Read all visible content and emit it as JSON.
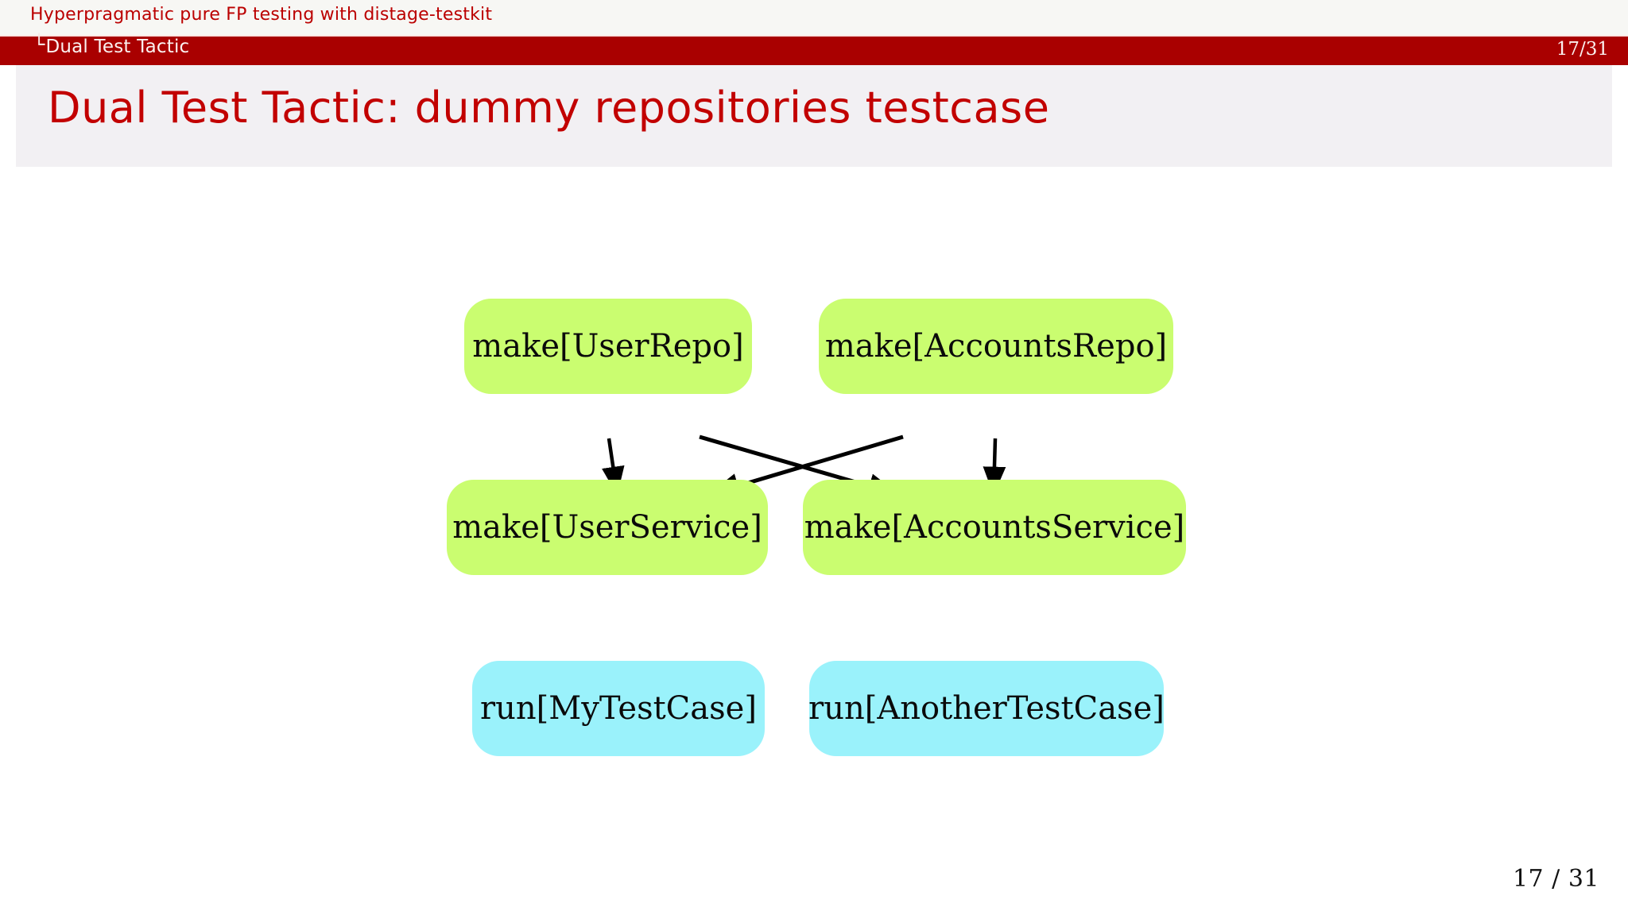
{
  "header": {
    "headline": "Hyperpragmatic pure FP testing with distage-testkit",
    "section_label": "Dual Test Tactic",
    "branch_glyph": "└",
    "page_indicator": "17/31"
  },
  "slide": {
    "title": "Dual Test Tactic: dummy repositories testcase"
  },
  "footer": {
    "page_indicator": "17 / 31"
  },
  "colors": {
    "accent_red": "#c20000",
    "nav_bar_red": "#a90000",
    "title_band": "#f2f0f3",
    "headline_strip": "#f7f7f4",
    "node_green": "#cafd70",
    "node_cyan": "#9af2fb",
    "edge_black": "#000000"
  },
  "diagram": {
    "type": "directed-graph",
    "nodes": [
      {
        "id": "make-user-repo",
        "label": "make[UserRepo]",
        "style": "green",
        "row": 1,
        "col": 1
      },
      {
        "id": "make-accounts-repo",
        "label": "make[AccountsRepo]",
        "style": "green",
        "row": 1,
        "col": 2
      },
      {
        "id": "make-user-service",
        "label": "make[UserService]",
        "style": "green",
        "row": 2,
        "col": 1
      },
      {
        "id": "make-accounts-service",
        "label": "make[AccountsService]",
        "style": "green",
        "row": 2,
        "col": 2
      },
      {
        "id": "run-my-testcase",
        "label": "run[MyTestCase]",
        "style": "cyan",
        "row": 3,
        "col": 1
      },
      {
        "id": "run-another-testcase",
        "label": "run[AnotherTestCase]",
        "style": "cyan",
        "row": 3,
        "col": 2
      }
    ],
    "edges": [
      {
        "from": "make-user-repo",
        "to": "make-user-service"
      },
      {
        "from": "make-accounts-repo",
        "to": "make-accounts-service"
      },
      {
        "from": "make-user-service",
        "to": "run-my-testcase"
      },
      {
        "from": "make-user-service",
        "to": "run-another-testcase"
      },
      {
        "from": "make-accounts-service",
        "to": "run-my-testcase"
      },
      {
        "from": "make-accounts-service",
        "to": "run-another-testcase"
      }
    ]
  }
}
